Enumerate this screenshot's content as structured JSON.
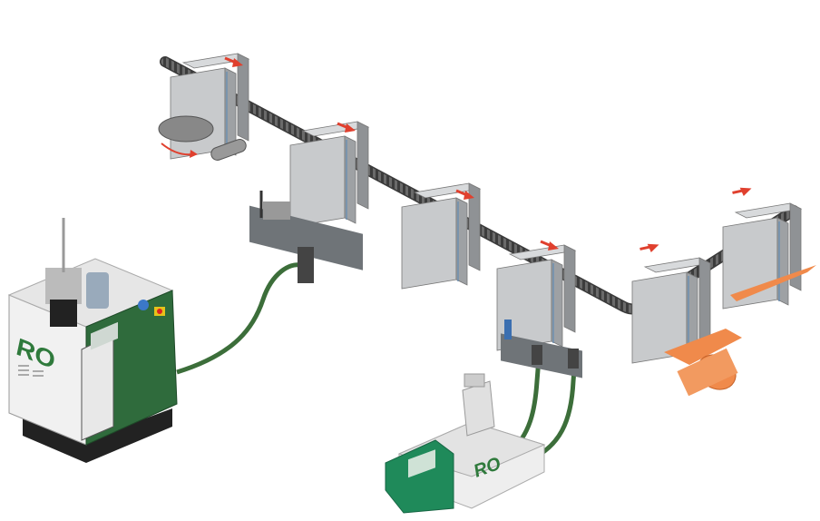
{
  "illustration": {
    "machines": [
      {
        "id": "hotmelt-unit-left",
        "logo": "RO"
      },
      {
        "id": "hotmelt-unit-bottom",
        "logo": "RO"
      }
    ],
    "colors": {
      "machine_green": "#2f6b3c",
      "hose_green": "#3c6e3a",
      "panel_grey": "#c8cacc",
      "panel_side": "#9ea1a4",
      "conveyor": "#555555",
      "arrow_red": "#e0402e",
      "material_orange": "#f08a4b"
    },
    "flow_arrows": 7
  }
}
